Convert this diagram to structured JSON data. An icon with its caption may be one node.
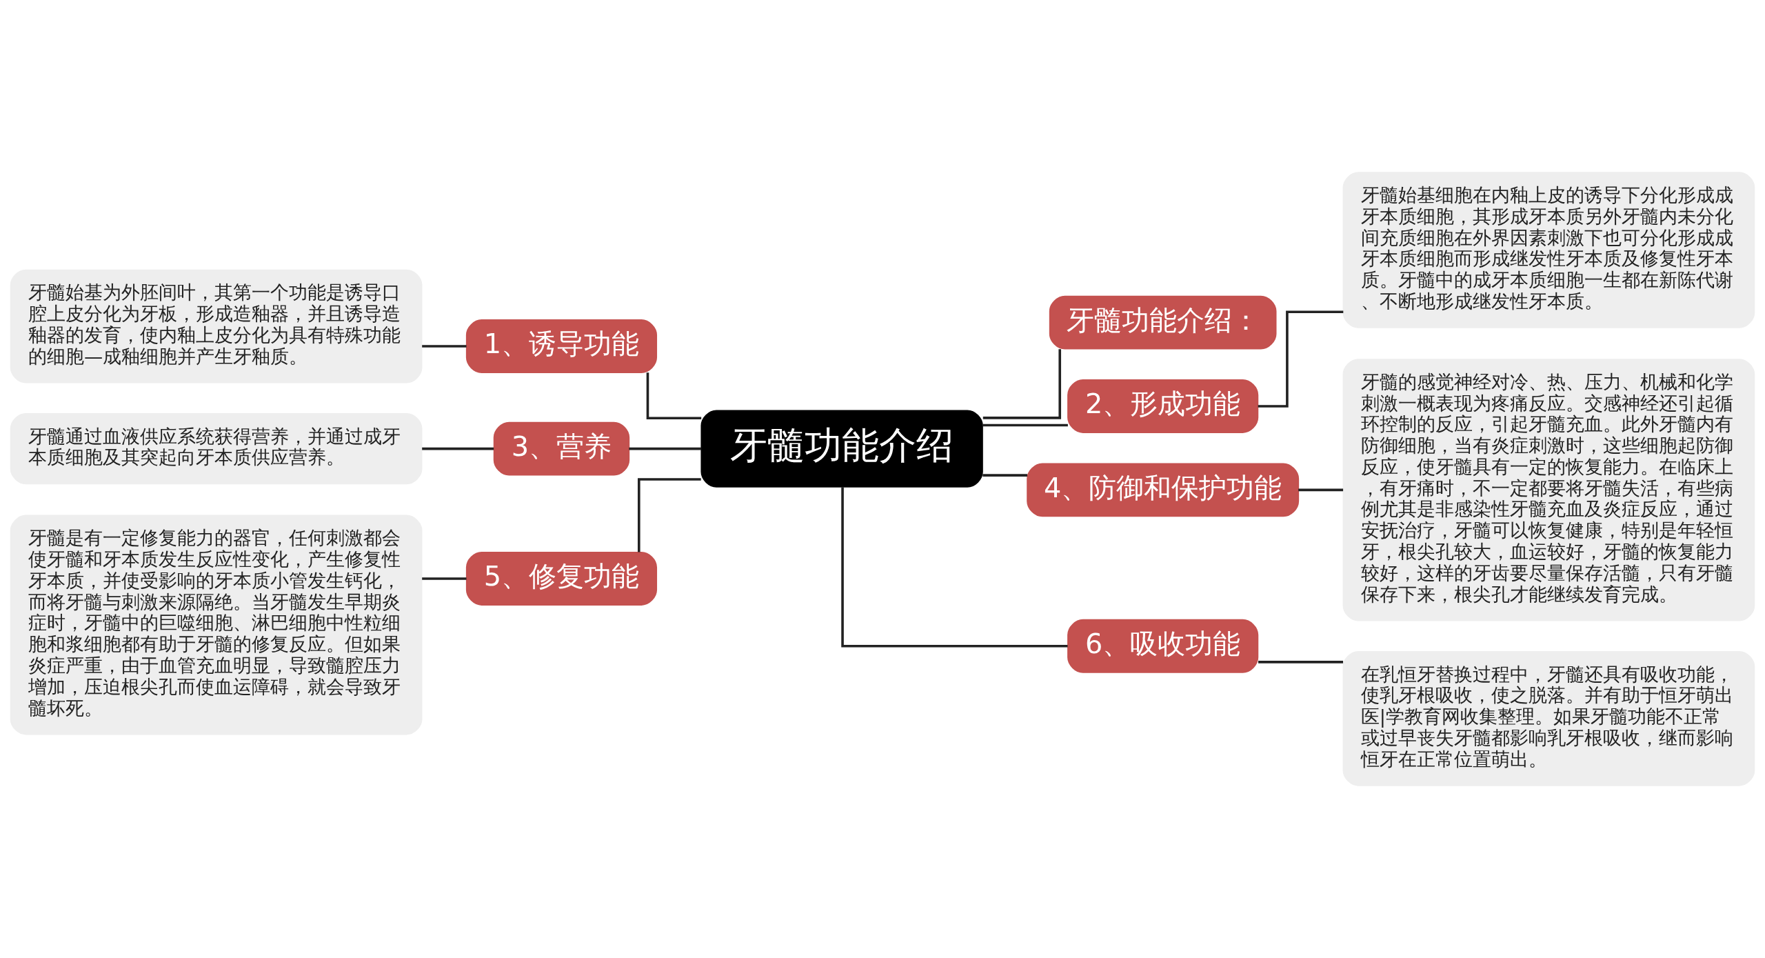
{
  "diagram": {
    "nodes": [
      {
        "text": [
          "牙髓功能介绍"
        ]
      },
      {
        "text": [
          "牙髓功能介绍："
        ]
      },
      {
        "text": [
          "1、诱导功能"
        ]
      },
      {
        "text": [
          "牙髓始基为外胚间叶，其第一个功能是诱导口腔上皮分化为牙板，形成造釉器，并且诱导造釉器的发育，使内釉上皮分化为具有特殊功能的细胞—成釉细胞并产生牙釉质。"
        ]
      },
      {
        "text": [
          "2、形成功能"
        ]
      },
      {
        "text": [
          "牙髓始基细胞在内釉上皮的诱导下分化形成成牙本质细胞，其形成牙本质另外牙髓内未分化间充质细胞在外界因素刺激下也可分化形成成牙本质细胞而形成继发性牙本质及修复性牙本质。牙髓中的成牙本质细胞一生都在新陈代谢、不断地形成继发性牙本质。"
        ]
      },
      {
        "text": [
          "3、营养"
        ]
      },
      {
        "text": [
          "牙髓通过血液供应系统获得营养，并通过成牙本质细胞及其突起向牙本质供应营养。"
        ]
      },
      {
        "text": [
          "4、防御和保护功能"
        ]
      },
      {
        "text": [
          "牙髓的感觉神经对冷、热、压力、机械和化学刺激一概表现为疼痛反应。交感神经还引起循环控制的反应，引起牙髓充血。此外牙髓内有防御细胞，当有炎症刺激时，这些细胞起防御反应，使牙髓具有一定的恢复能力。在临床上，有牙痛时，不一定都要将牙髓失活，有些病例尤其是非感染性牙髓充血及炎症反应，通过安抚治疗，牙髓可以恢复健康，特别是年轻恒牙，根尖孔较大，血运较好，牙髓的恢复能力较好，这样的牙齿要尽量保存活髓，只有牙髓保存下来，根尖孔才能继续发育完成。"
        ]
      },
      {
        "text": [
          "5、修复功能"
        ]
      },
      {
        "text": [
          "牙髓是有一定修复能力的器官，任何刺激都会使牙髓和牙本质发生反应性变化，产生修复性牙本质，并使受影响的牙本质小管发生钙化，而将牙髓与刺激来源隔绝。当牙髓发生早期炎症时，牙髓中的巨噬细胞、淋巴细胞中性粒细胞和浆细胞都有助于牙髓的修复反应。但如果炎症严重，由于血管充血明显，导致髓腔压力增加，压迫根尖孔而使血运障碍，就会导致牙髓坏死。"
        ]
      },
      {
        "text": [
          "6、吸收功能"
        ]
      },
      {
        "text": [
          "在乳恒牙替换过程中，牙髓还具有吸收功能，使乳牙根吸收，使之脱落。并有助于恒牙萌出医|学教育网收集整理。如果牙髓功能不正常或过早丧失牙髓都影响乳牙根吸收，继而影响恒牙在正常位置萌出。"
        ]
      }
    ],
    "edges": [
      {
        "from": 0,
        "to": 1,
        "arrow": "none"
      },
      {
        "from": 0,
        "to": 2,
        "arrow": "none"
      },
      {
        "from": 2,
        "to": 3,
        "arrow": "none"
      },
      {
        "from": 0,
        "to": 4,
        "arrow": "none"
      },
      {
        "from": 4,
        "to": 5,
        "arrow": "none"
      },
      {
        "from": 0,
        "to": 6,
        "arrow": "none"
      },
      {
        "from": 6,
        "to": 7,
        "arrow": "none"
      },
      {
        "from": 0,
        "to": 8,
        "arrow": "none"
      },
      {
        "from": 8,
        "to": 9,
        "arrow": "none"
      },
      {
        "from": 0,
        "to": 10,
        "arrow": "none"
      },
      {
        "from": 10,
        "to": 11,
        "arrow": "none"
      },
      {
        "from": 0,
        "to": 12,
        "arrow": "none"
      },
      {
        "from": 12,
        "to": 13,
        "arrow": "none"
      }
    ]
  }
}
